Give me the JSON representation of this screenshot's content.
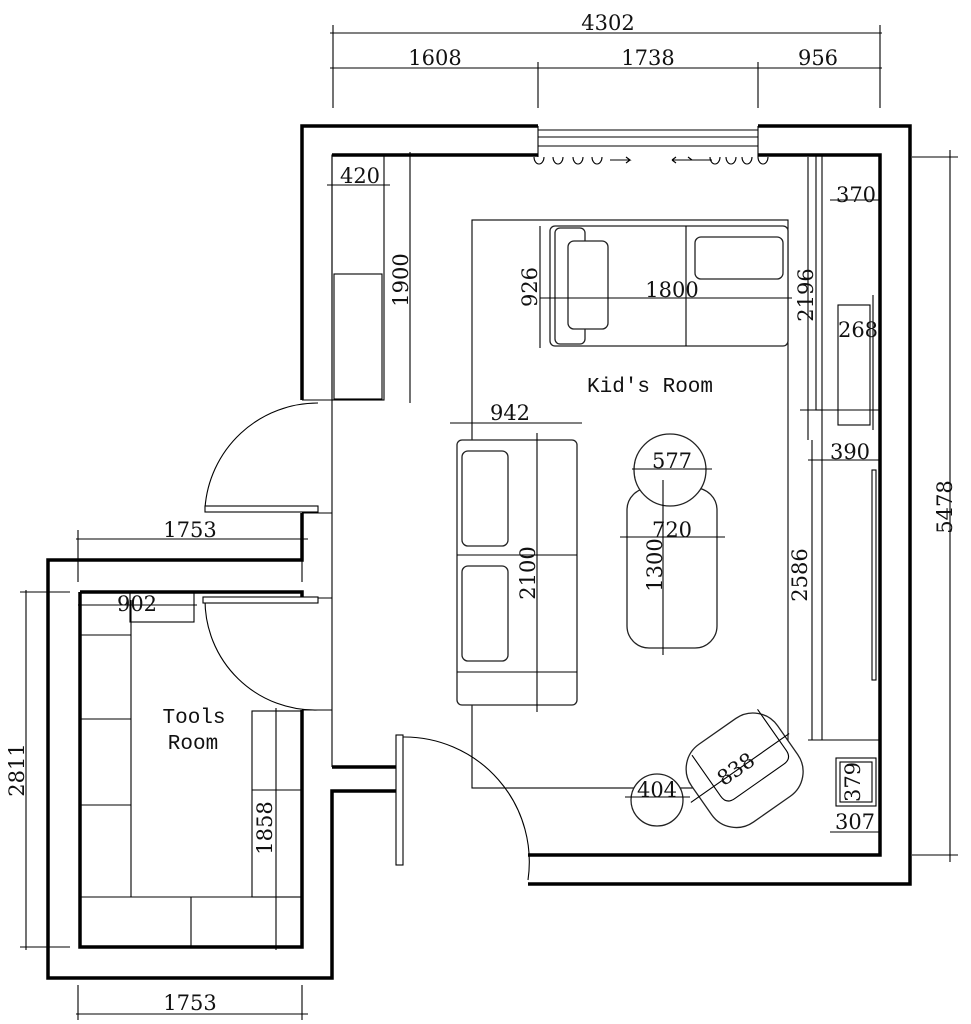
{
  "rooms": {
    "kids": "Kid's Room",
    "tools_line1": "Tools",
    "tools_line2": "Room"
  },
  "dimensions": {
    "total_width": "4302",
    "seg1": "1608",
    "seg2": "1738",
    "seg3": "956",
    "shelf_depth_left": "420",
    "shelf_length_left": "1900",
    "cabinet_right_top": "370",
    "sofa_depth": "926",
    "sofa_length": "1800",
    "right_span_top": "2196",
    "tv_unit": "268",
    "sofa_left_depth": "942",
    "round_table": "577",
    "right_unit_depth": "390",
    "table_width": "720",
    "table_length": "1300",
    "sofa_left_length": "2100",
    "right_span_bottom": "2586",
    "corridor_width": "1753",
    "tools_shelf": "902",
    "armchair": "838",
    "side_table": "404",
    "small_unit_h": "379",
    "small_unit_w": "307",
    "tools_height": "2811",
    "tools_cabinet": "1858",
    "tools_width_bottom": "1753",
    "total_height": "5478"
  }
}
